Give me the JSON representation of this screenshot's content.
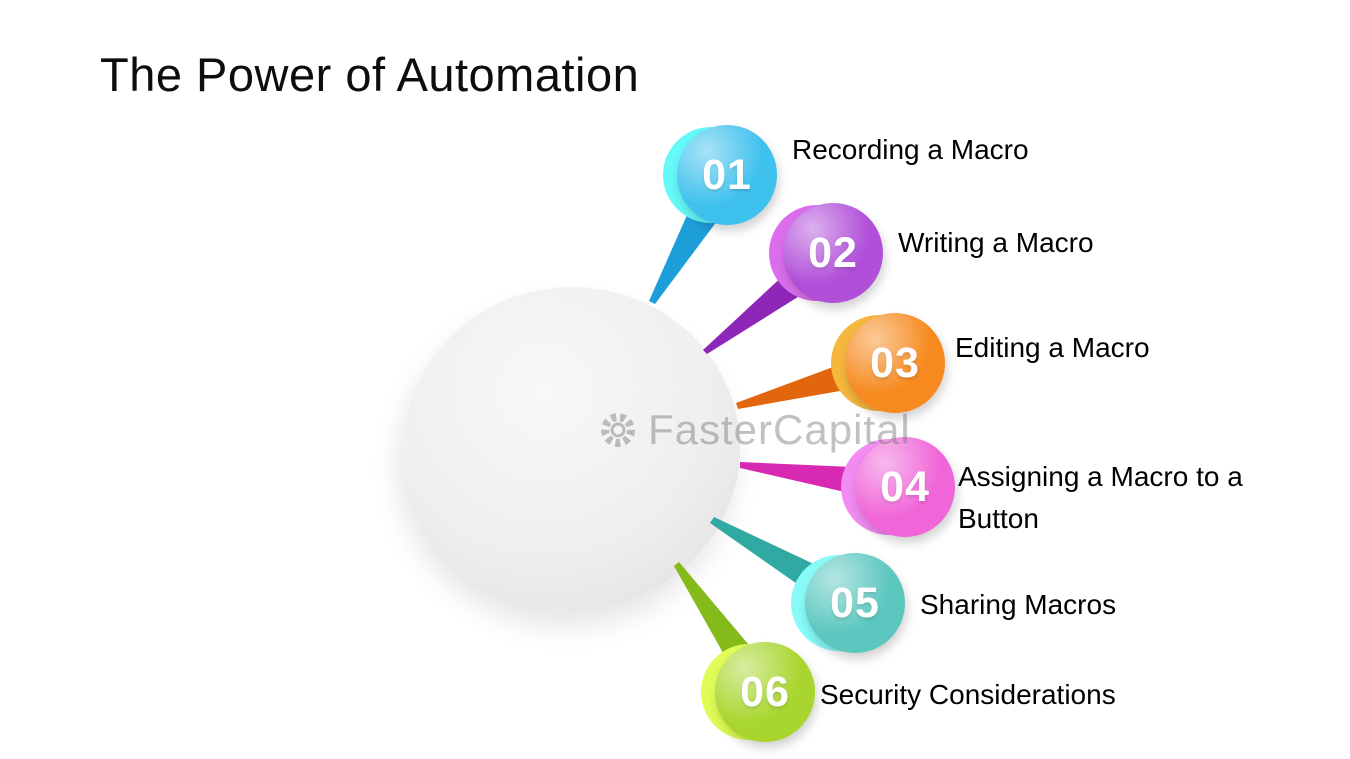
{
  "title": "The Power of Automation",
  "watermark": {
    "text": "FasterCapital"
  },
  "items": [
    {
      "number": "01",
      "label": "Recording a Macro",
      "color": "#3ec1ed",
      "tail_color": "#1e9ed8"
    },
    {
      "number": "02",
      "label": "Writing a Macro",
      "color": "#b14fd9",
      "tail_color": "#8e27b8"
    },
    {
      "number": "03",
      "label": "Editing a Macro",
      "color": "#f68a1e",
      "tail_color": "#e2660d"
    },
    {
      "number": "04",
      "label": "Assigning a Macro to a Button",
      "color": "#f065d8",
      "tail_color": "#d829b3"
    },
    {
      "number": "05",
      "label": "Sharing Macros",
      "color": "#5bc7bf",
      "tail_color": "#2fa9a1"
    },
    {
      "number": "06",
      "label": "Security Considerations",
      "color": "#a8d62e",
      "tail_color": "#84bb1b"
    }
  ]
}
